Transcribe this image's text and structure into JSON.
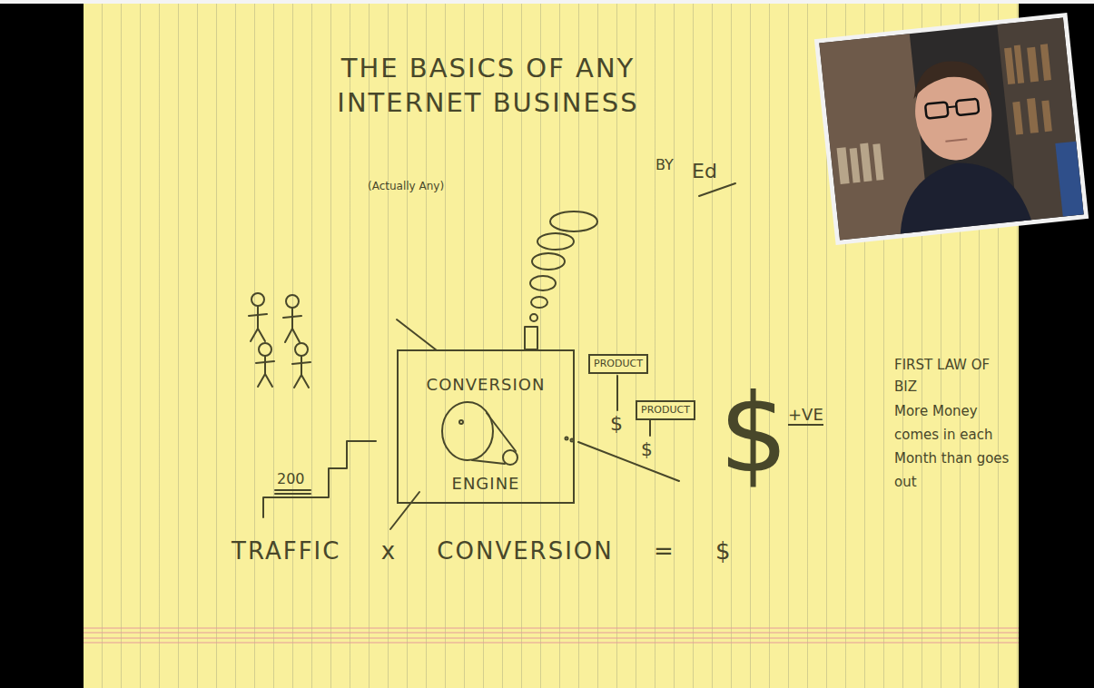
{
  "diagram": {
    "title": "THE BASICS OF ANY INTERNET BUSINESS",
    "nodes": [
      {
        "text": [
          "CONVERSION",
          "ENGINE"
        ]
      },
      {
        "text": [
          "PRODUCT"
        ]
      },
      {
        "text": [
          "PRODUCT"
        ]
      }
    ],
    "labels": [
      "(Actually Any)",
      "BY",
      "Ed",
      "200",
      "$",
      "$",
      "$",
      "+VE",
      "TRAFFIC x CONVERSION = $",
      "FIRST LAW OF BIZ",
      "More Money comes in each Month than goes out"
    ]
  }
}
